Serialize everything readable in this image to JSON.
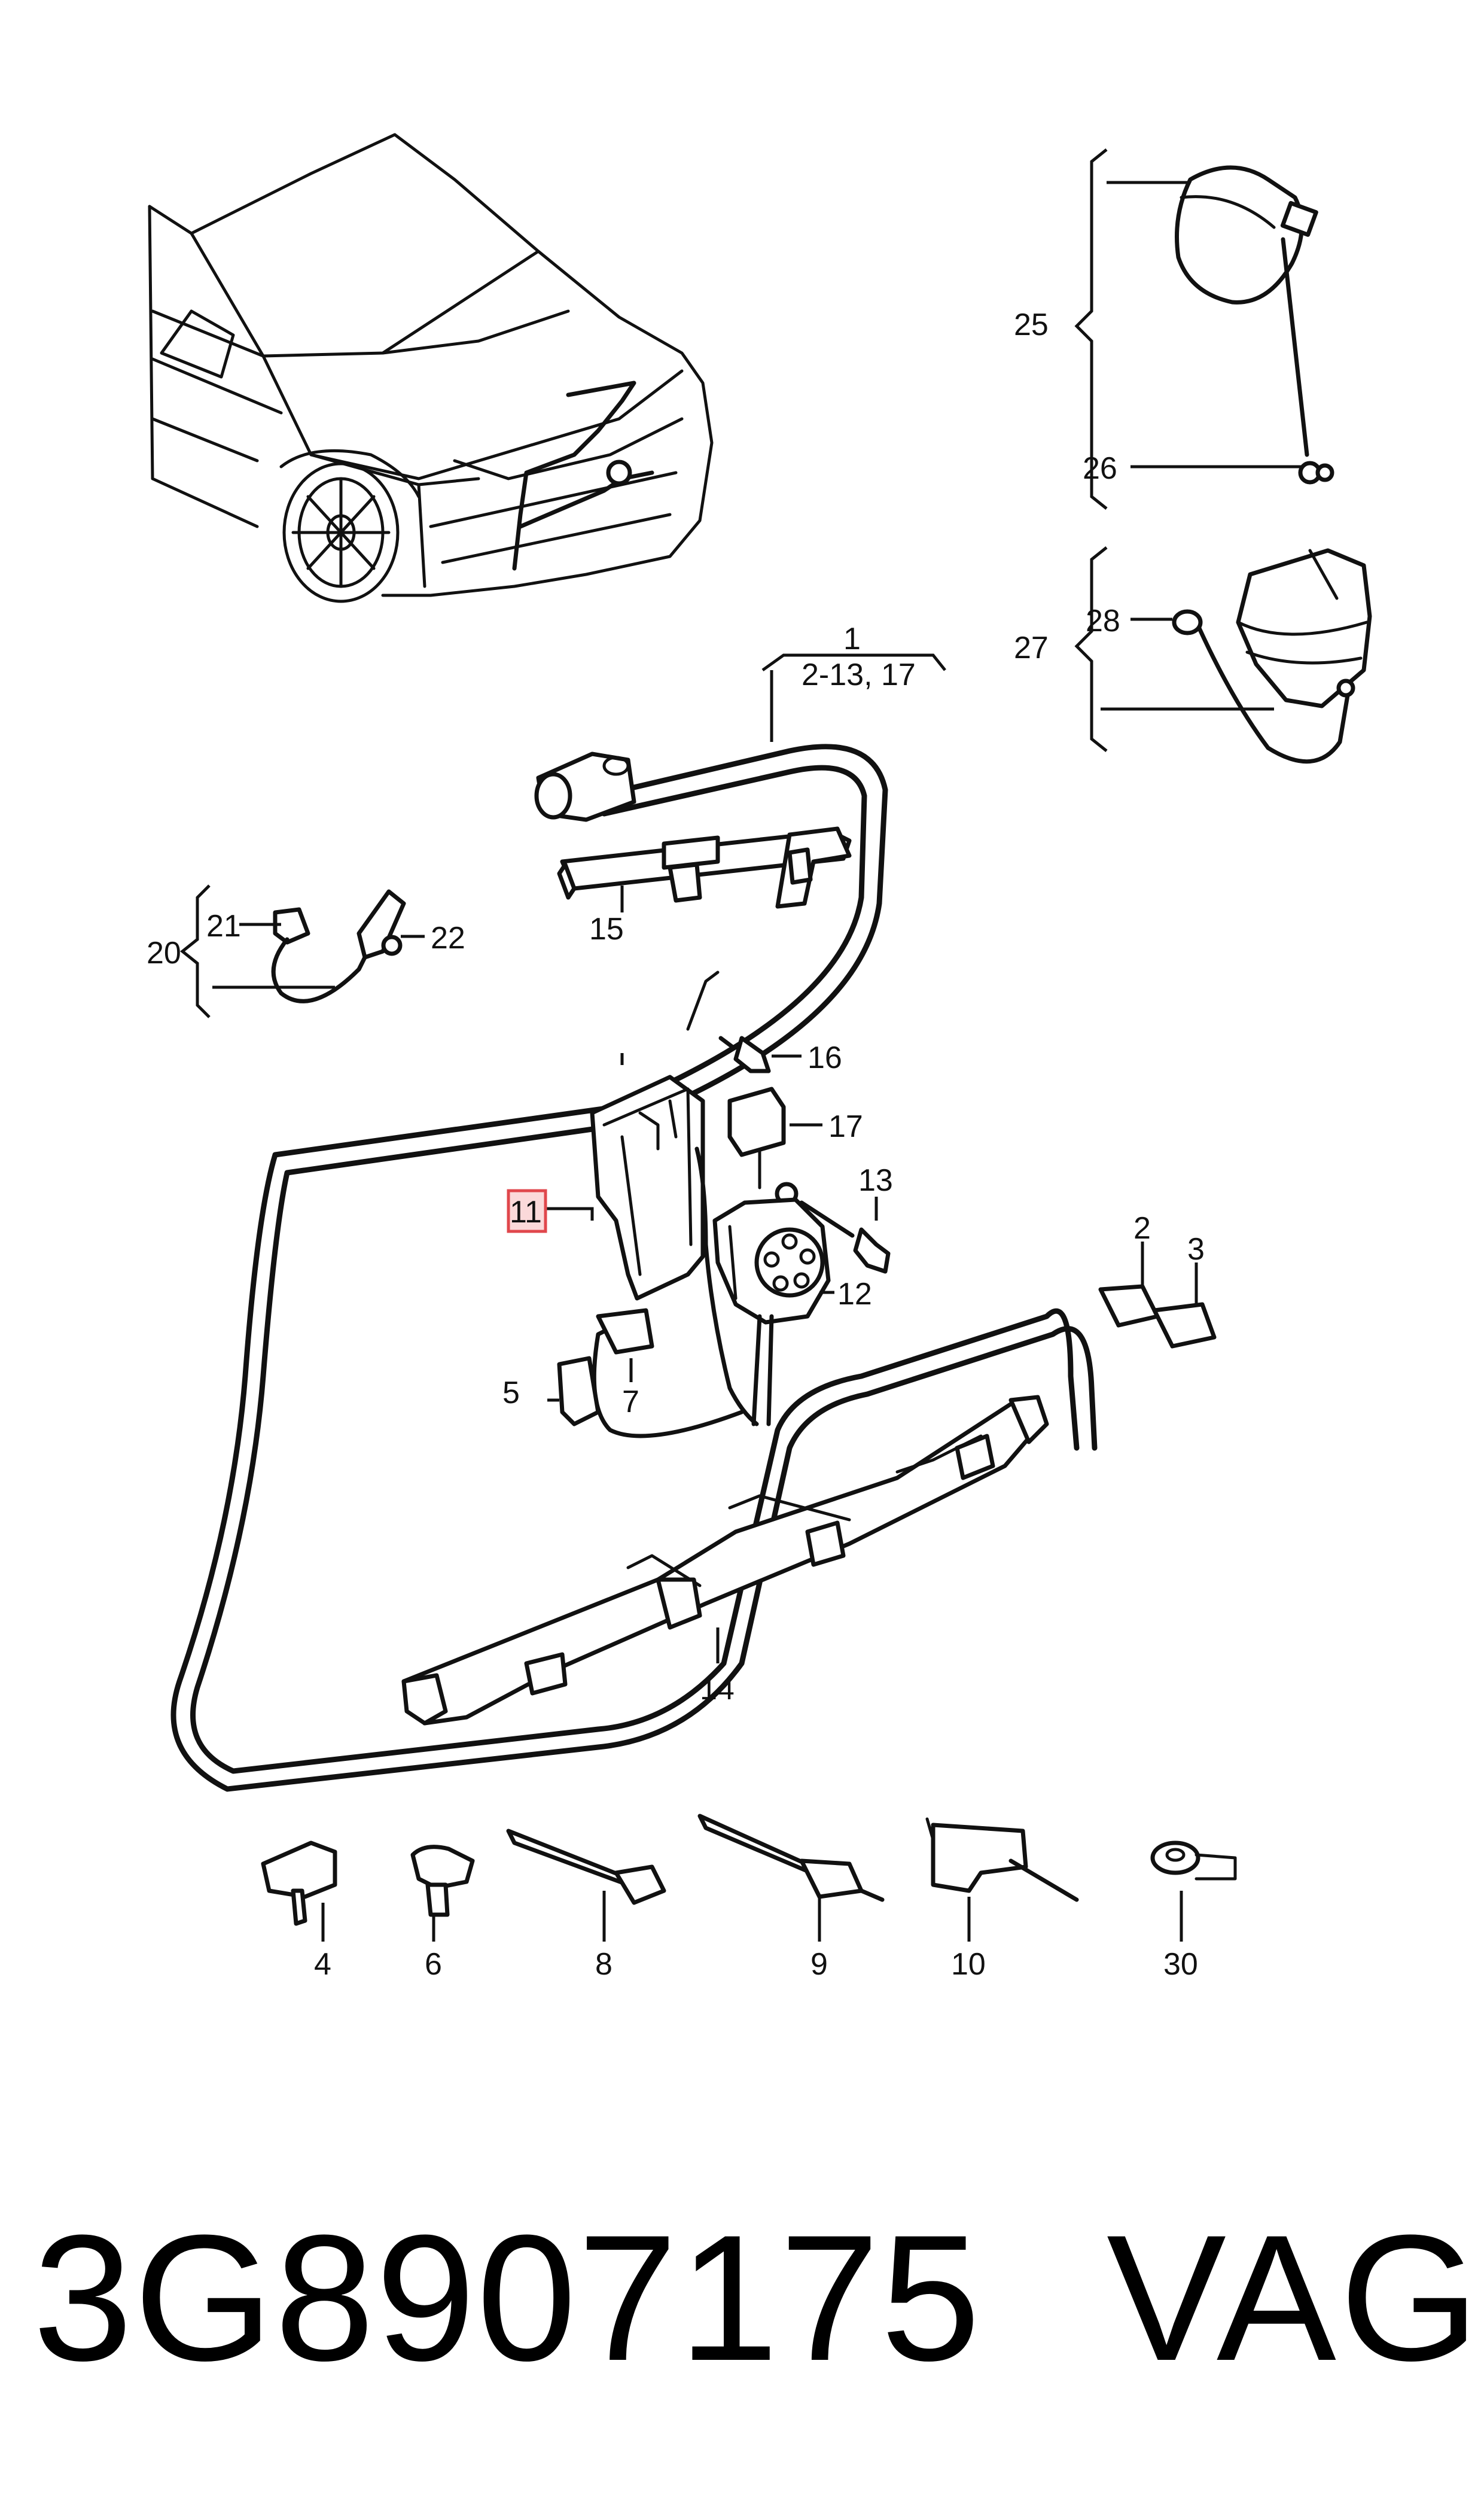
{
  "diagram": {
    "labels": [
      {
        "id": "1",
        "text": "1"
      },
      {
        "id": "1sub",
        "text": "2-13, 17"
      },
      {
        "id": "2",
        "text": "2"
      },
      {
        "id": "3",
        "text": "3"
      },
      {
        "id": "4",
        "text": "4"
      },
      {
        "id": "5",
        "text": "5"
      },
      {
        "id": "6",
        "text": "6"
      },
      {
        "id": "7",
        "text": "7"
      },
      {
        "id": "8",
        "text": "8"
      },
      {
        "id": "9",
        "text": "9"
      },
      {
        "id": "10",
        "text": "10"
      },
      {
        "id": "11",
        "text": "11"
      },
      {
        "id": "12",
        "text": "12"
      },
      {
        "id": "13",
        "text": "13"
      },
      {
        "id": "14",
        "text": "14"
      },
      {
        "id": "15",
        "text": "15"
      },
      {
        "id": "16",
        "text": "16"
      },
      {
        "id": "17",
        "text": "17"
      },
      {
        "id": "20",
        "text": "20"
      },
      {
        "id": "21",
        "text": "21"
      },
      {
        "id": "22",
        "text": "22"
      },
      {
        "id": "25",
        "text": "25"
      },
      {
        "id": "26",
        "text": "26"
      },
      {
        "id": "27",
        "text": "27"
      },
      {
        "id": "28",
        "text": "28"
      },
      {
        "id": "30",
        "text": "30"
      }
    ],
    "highlighted_label": "11"
  },
  "footer": {
    "part_number": "3G8907175",
    "brand": "VAG"
  },
  "colors": {
    "line": "#111111",
    "highlight_fill": "#fbd9da",
    "highlight_stroke": "#e0474c",
    "background": "#ffffff"
  }
}
